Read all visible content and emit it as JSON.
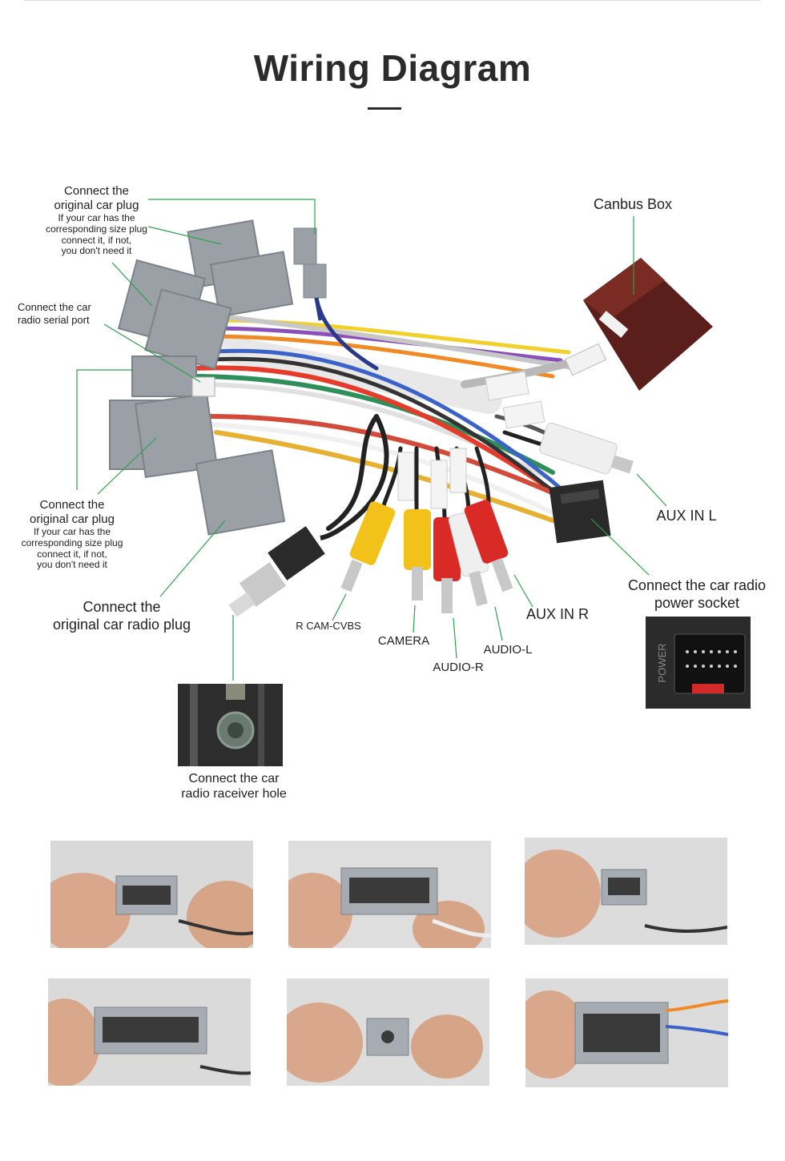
{
  "page": {
    "title": "Wiring Diagram",
    "accent_color": "#2aa34a",
    "line_color": "#2aa34a"
  },
  "labels": {
    "orig_plug_top": {
      "main_line1": "Connect the",
      "main_line2": "original car plug",
      "note_line1": "If your car has the",
      "note_line2": "corresponding size plug",
      "note_line3": "connect it, if not,",
      "note_line4": "you don't need it"
    },
    "serial_port": {
      "line1": "Connect the car",
      "line2": "radio  serial port"
    },
    "orig_plug_mid": {
      "main_line1": "Connect the",
      "main_line2": "original car plug",
      "note_line1": "If your car has the",
      "note_line2": "corresponding size plug",
      "note_line3": "connect it, if not,",
      "note_line4": "you don't need it"
    },
    "orig_radio_plug": {
      "line1": "Connect the",
      "line2": "original car radio plug"
    },
    "canbus": "Canbus Box",
    "aux_in_l": "AUX IN L",
    "power_socket": {
      "line1": "Connect the car radio",
      "line2": "power socket"
    },
    "aux_in_r": "AUX IN R",
    "r_cam_cvbs": "R CAM-CVBS",
    "camera": "CAMERA",
    "audio_l": "AUDIO-L",
    "audio_r": "AUDIO-R",
    "receiver_hole": {
      "line1": "Connect the  car",
      "line2": "radio raceiver hole"
    }
  },
  "icons": {
    "power_inset": "power-socket-photo",
    "antenna_inset": "antenna-hole-photo",
    "connector_photos": "connector-closeup-photo"
  },
  "inset_text": {
    "power": "POWER"
  },
  "photos": [
    {
      "name": "connector-photo-1"
    },
    {
      "name": "connector-photo-2"
    },
    {
      "name": "connector-photo-3"
    },
    {
      "name": "connector-photo-4"
    },
    {
      "name": "connector-photo-5"
    },
    {
      "name": "connector-photo-6"
    }
  ]
}
